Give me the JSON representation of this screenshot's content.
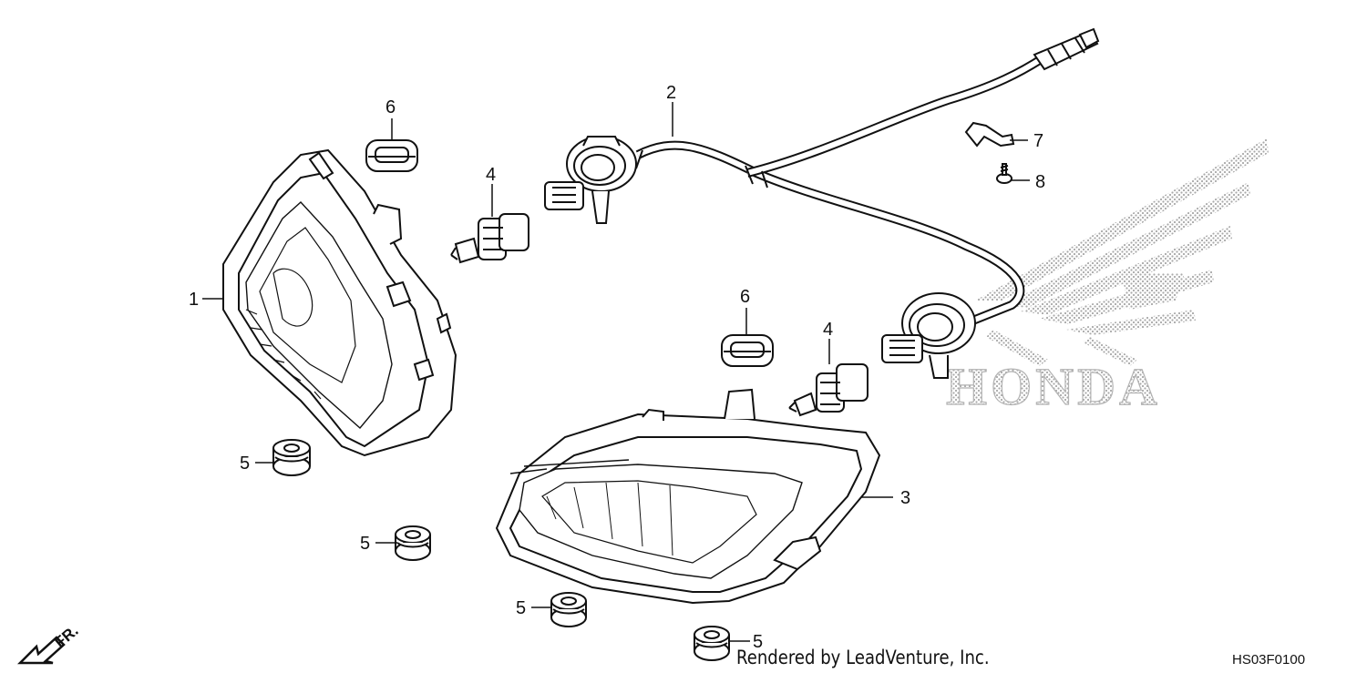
{
  "brand": {
    "name": "HONDA"
  },
  "direction_marker": "FR.",
  "callouts": [
    "1",
    "2",
    "3",
    "4",
    "4",
    "5",
    "5",
    "5",
    "5",
    "6",
    "6",
    "7",
    "8"
  ],
  "footer": {
    "credit": "Rendered by LeadVenture, Inc.",
    "diagram_code": "HS03F0100"
  },
  "colors": {
    "line": "#111111",
    "watermark": "#b8b8b8"
  }
}
